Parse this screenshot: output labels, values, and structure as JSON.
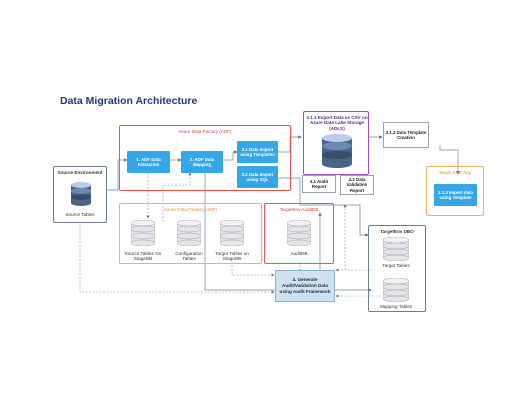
{
  "title": "Data Migration Architecture",
  "source_env": {
    "label": "Source Environment",
    "db_label": "Source Tables"
  },
  "adf_top": {
    "label": "Azure Data Factory (ADF)",
    "step1": "1. ADF Data Extraction",
    "step2": "2. ADF Data Mapping",
    "step31": "3.1 Data Import using Templates",
    "step32": "3.2 Data Import using SQL"
  },
  "adf_bottom": {
    "label": "Azure Data Factory (ADF)",
    "db1": "Source Tables On StageDB",
    "db2": "Configuration Tables",
    "db3": "Target Tables on StageDB"
  },
  "export": {
    "label": "3.1.1 Export Data as CSV on Azure Data Lake Storage (ADLS)"
  },
  "template_creation": "3.1.2 Data Template Creation",
  "target_erp": {
    "label": "Target ERP App",
    "step": "3.1.3 Import data using Template"
  },
  "audit_report": "4.1 Audit Report",
  "validation_report": "4.2 Data Validation Report",
  "target_audit": {
    "label": "TargetEnv AuditDB",
    "db_label": "AuditDB"
  },
  "target_dbo": {
    "label": "TargetEnv DBO",
    "db1": "Target Tables",
    "db2": "Mapping Tables"
  },
  "generate": "4. Generate Audit/Validation Data using Audit Framework",
  "colors": {
    "red": "#e8564e",
    "orange": "#f2b35a",
    "purple": "#9b4fc4",
    "slate": "#6a7d96",
    "blue": "#35a7e8"
  }
}
